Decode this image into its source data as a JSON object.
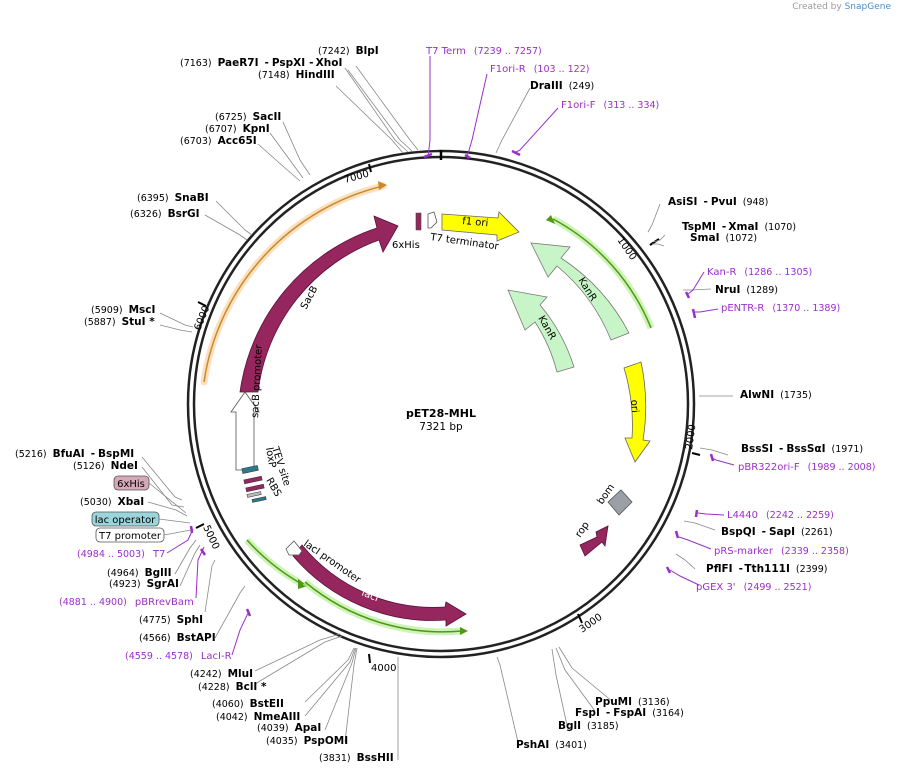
{
  "credit": {
    "prefix": "Created by",
    "brand": "SnapGene"
  },
  "plasmid": {
    "name": "pET28-MHL",
    "size": "7321 bp"
  },
  "colors": {
    "feature": "#96265e",
    "primer": "#9a2fc9",
    "ori": "#ffff00",
    "kanr": "#c8f5c8",
    "orf_green": "#4f9a10",
    "orf_orange": "#c88a28"
  },
  "ticks": [
    "1000",
    "2000",
    "3000",
    "4000",
    "5000",
    "6000",
    "7000"
  ],
  "features": [
    {
      "label": "SacB",
      "name": "sacb"
    },
    {
      "label": "sacB promoter",
      "name": "sacb-promoter"
    },
    {
      "label": "f1 ori",
      "name": "f1-ori"
    },
    {
      "label": "6xHis",
      "name": "6xhis-top"
    },
    {
      "label": "T7 terminator",
      "name": "t7-terminator"
    },
    {
      "label": "KanR",
      "name": "kanr-outer"
    },
    {
      "label": "KanR",
      "name": "kanr-inner"
    },
    {
      "label": "ori",
      "name": "ori"
    },
    {
      "label": "bom",
      "name": "bom"
    },
    {
      "label": "rop",
      "name": "rop"
    },
    {
      "label": "lacI",
      "name": "laci"
    },
    {
      "label": "lacI promoter",
      "name": "laci-promoter"
    },
    {
      "label": "TEV site",
      "name": "tev-site"
    },
    {
      "label": "loxP",
      "name": "loxp"
    },
    {
      "label": "RBS",
      "name": "rbs"
    }
  ],
  "boxes": [
    {
      "label": "6xHis",
      "name": "box-6xhis"
    },
    {
      "label": "lac operator",
      "name": "box-lac-operator"
    },
    {
      "label": "T7 promoter",
      "name": "box-t7-promoter"
    }
  ],
  "enzymes": [
    {
      "pos": "(7163)",
      "name": "PaeR7I"
    },
    {
      "pos": "",
      "name": "PspXI"
    },
    {
      "pos": "",
      "name": "XhoI"
    },
    {
      "pos": "(7242)",
      "name": "BlpI"
    },
    {
      "pos": "(7148)",
      "name": "HindIII"
    },
    {
      "pos": "(6725)",
      "name": "SacII"
    },
    {
      "pos": "(6707)",
      "name": "KpnI"
    },
    {
      "pos": "(6703)",
      "name": "Acc65I"
    },
    {
      "pos": "(6395)",
      "name": "SnaBI"
    },
    {
      "pos": "(6326)",
      "name": "BsrGI"
    },
    {
      "pos": "(5909)",
      "name": "MscI"
    },
    {
      "pos": "(5887)",
      "name": "StuI *"
    },
    {
      "pos": "(5216)",
      "name": "BfuAI"
    },
    {
      "pos": "",
      "name": "BspMI"
    },
    {
      "pos": "(5126)",
      "name": "NdeI"
    },
    {
      "pos": "(5030)",
      "name": "XbaI"
    },
    {
      "pos": "(4964)",
      "name": "BglII"
    },
    {
      "pos": "(4923)",
      "name": "SgrAI"
    },
    {
      "pos": "(4775)",
      "name": "SphI"
    },
    {
      "pos": "(4566)",
      "name": "BstAPI"
    },
    {
      "pos": "(4242)",
      "name": "MluI"
    },
    {
      "pos": "(4228)",
      "name": "BclI *"
    },
    {
      "pos": "(4060)",
      "name": "BstEII"
    },
    {
      "pos": "(4042)",
      "name": "NmeAIII"
    },
    {
      "pos": "(4039)",
      "name": "ApaI"
    },
    {
      "pos": "(4035)",
      "name": "PspOMI"
    },
    {
      "pos": "(3831)",
      "name": "BssHII"
    },
    {
      "pos": "(3401)",
      "name": "PshAI"
    },
    {
      "pos": "(3185)",
      "name": "BglI"
    },
    {
      "pos": "(3164)",
      "name": "FspAI"
    },
    {
      "pos": "",
      "name": "FspI"
    },
    {
      "pos": "(3136)",
      "name": "PpuMI"
    },
    {
      "pos": "(2399)",
      "name": "Tth111I"
    },
    {
      "pos": "",
      "name": "PflFI"
    },
    {
      "pos": "(2261)",
      "name": "SapI"
    },
    {
      "pos": "",
      "name": "BspQI"
    },
    {
      "pos": "(1971)",
      "name": "BssSαI"
    },
    {
      "pos": "",
      "name": "BssSI"
    },
    {
      "pos": "(1735)",
      "name": "AlwNI"
    },
    {
      "pos": "(1289)",
      "name": "NruI"
    },
    {
      "pos": "(1072)",
      "name": "SmaI"
    },
    {
      "pos": "(1070)",
      "name": "XmaI"
    },
    {
      "pos": "",
      "name": "TspMI"
    },
    {
      "pos": "(948)",
      "name": "PvuI"
    },
    {
      "pos": "",
      "name": "AsiSI"
    },
    {
      "pos": "(249)",
      "name": "DraIII"
    }
  ],
  "primers": [
    {
      "name": "T7 Term",
      "range": "(7239 .. 7257)"
    },
    {
      "name": "F1ori-R",
      "range": "(103 .. 122)"
    },
    {
      "name": "F1ori-F",
      "range": "(313 .. 334)"
    },
    {
      "name": "Kan-R",
      "range": "(1286 .. 1305)"
    },
    {
      "name": "pENTR-R",
      "range": "(1370 .. 1389)"
    },
    {
      "name": "pBR322ori-F",
      "range": "(1989 .. 2008)"
    },
    {
      "name": "L4440",
      "range": "(2242 .. 2259)"
    },
    {
      "name": "pRS-marker",
      "range": "(2339 .. 2358)"
    },
    {
      "name": "pGEX 3'",
      "range": "(2499 .. 2521)"
    },
    {
      "name": "T7",
      "range": "(4984 .. 5003)"
    },
    {
      "name": "pBRrevBam",
      "range": "(4881 .. 4900)"
    },
    {
      "name": "LacI-R",
      "range": "(4559 .. 4578)"
    }
  ]
}
